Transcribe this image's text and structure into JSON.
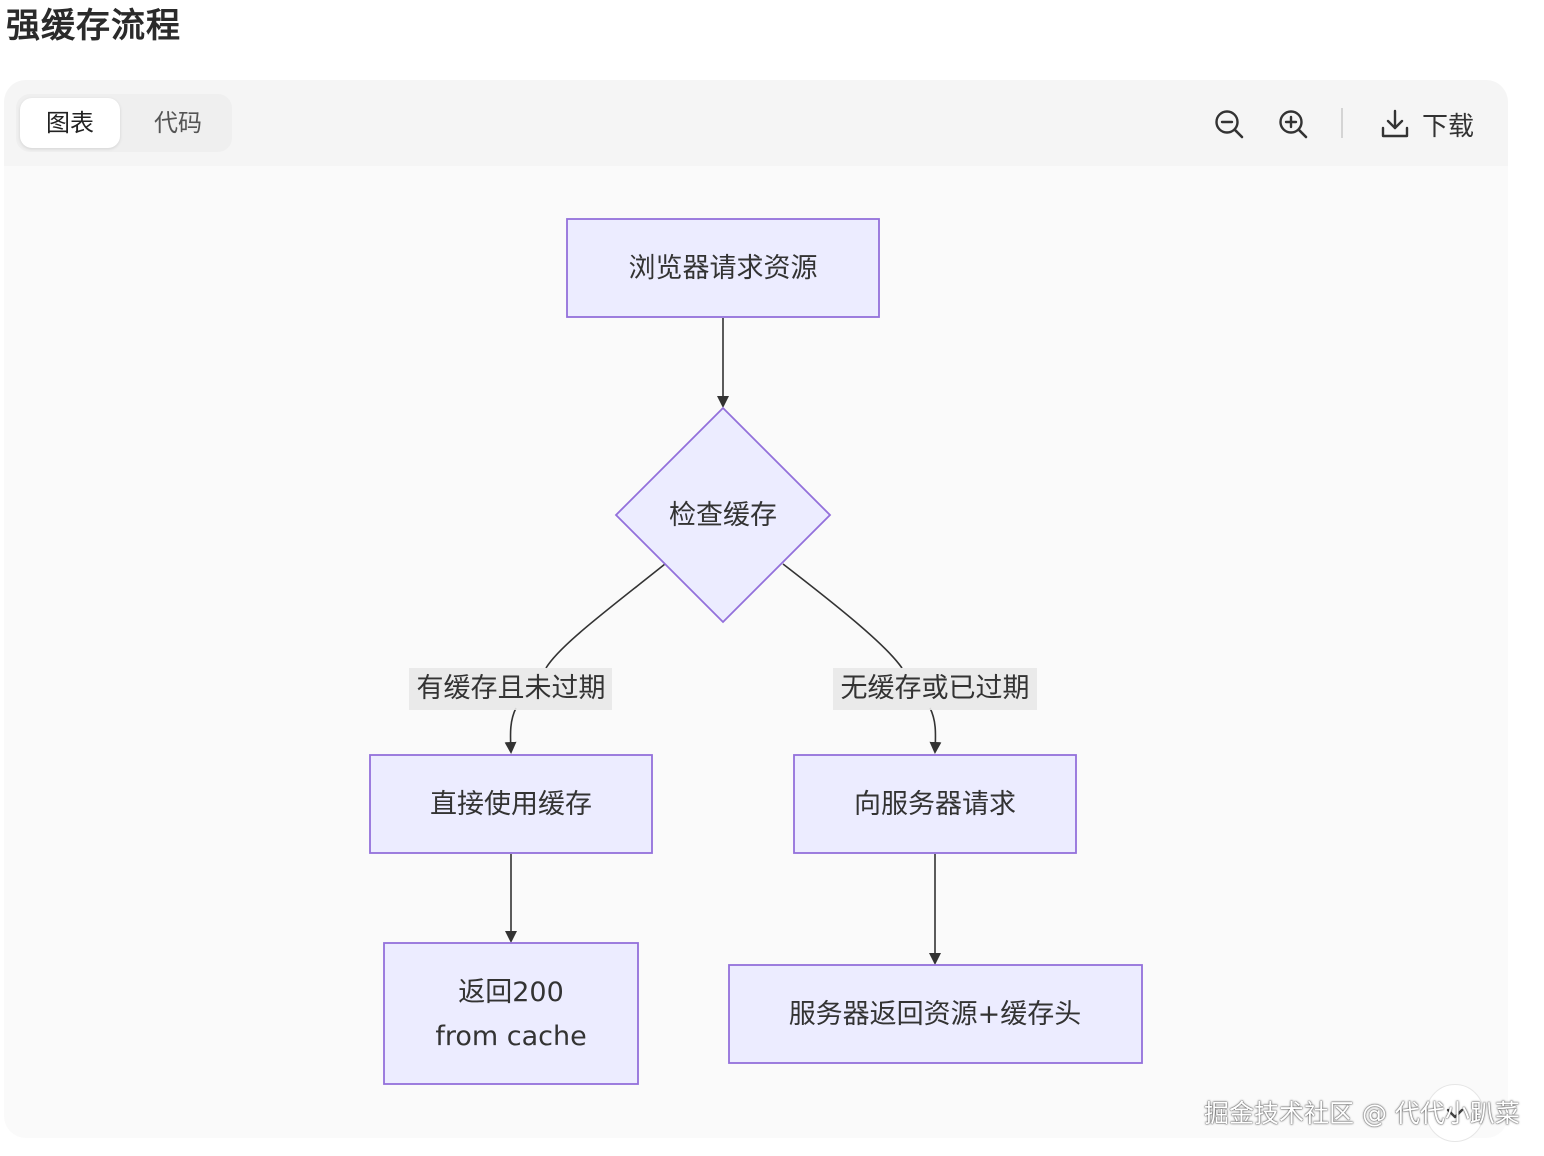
{
  "page": {
    "title": "强缓存流程"
  },
  "toolbar": {
    "tabs": [
      {
        "label": "图表",
        "active": true
      },
      {
        "label": "代码",
        "active": false
      }
    ],
    "zoom_out_icon": "zoom-out-icon",
    "zoom_in_icon": "zoom-in-icon",
    "download_icon": "download-icon",
    "download_label": "下载"
  },
  "diagram": {
    "nodes": {
      "request": "浏览器请求资源",
      "check": "检查缓存",
      "use_cache": "直接使用缓存",
      "return200_line1": "返回200",
      "return200_line2": "from cache",
      "ask_server": "向服务器请求",
      "server_return": "服务器返回资源+缓存头"
    },
    "edges": {
      "cached_label": "有缓存且未过期",
      "uncached_label": "无缓存或已过期"
    },
    "colors": {
      "node_fill": "#ECECFF",
      "node_stroke": "#9370DB",
      "edge": "#333333",
      "edge_label_bg": "#E8E8E8"
    }
  },
  "watermark": {
    "text": "掘金技术社区 @ 代代小趴菜"
  }
}
